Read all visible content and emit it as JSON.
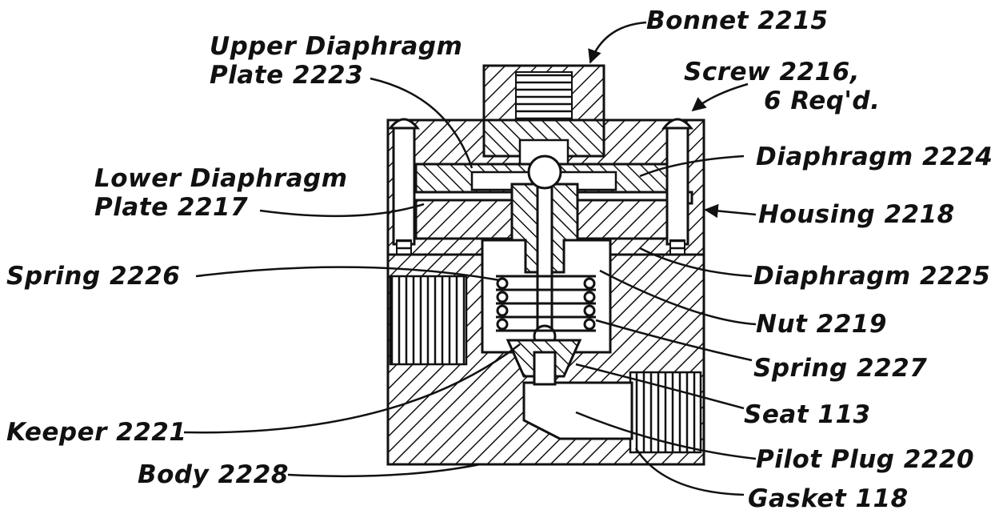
{
  "colors": {
    "ink": "#111111",
    "background": "#ffffff"
  },
  "labels": {
    "bonnet": "Bonnet 2215",
    "upper_plate_l1": "Upper Diaphragm",
    "upper_plate_l2": "Plate 2223",
    "screw_l1": "Screw 2216,",
    "screw_l2": "6 Req'd.",
    "diaphragm_2224": "Diaphragm 2224",
    "lower_plate_l1": "Lower Diaphragm",
    "lower_plate_l2": "Plate 2217",
    "housing": "Housing 2218",
    "spring_2226": "Spring 2226",
    "diaphragm_2225": "Diaphragm 2225",
    "nut": "Nut 2219",
    "spring_2227": "Spring 2227",
    "seat": "Seat 113",
    "keeper": "Keeper 2221",
    "pilot_plug": "Pilot Plug 2220",
    "body": "Body 2228",
    "gasket": "Gasket 118"
  }
}
